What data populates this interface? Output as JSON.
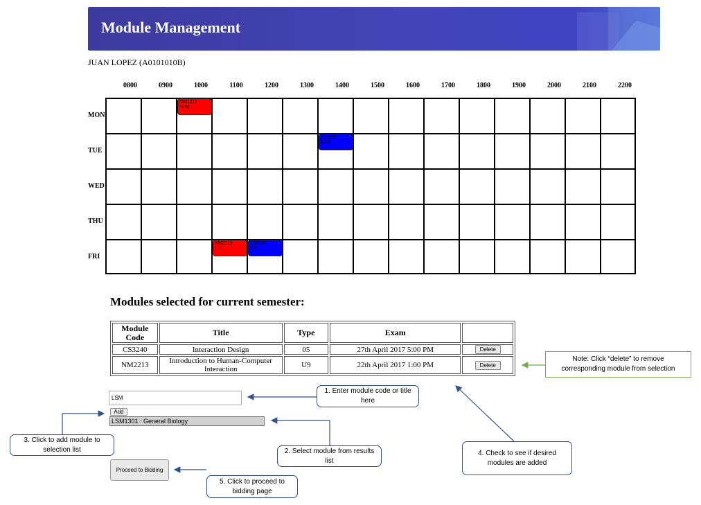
{
  "header": {
    "title": "Module Management"
  },
  "student": {
    "name": "JUAN LOPEZ (A0101010B)"
  },
  "timetable": {
    "times": [
      "0800",
      "0900",
      "1000",
      "1100",
      "1200",
      "1300",
      "1400",
      "1500",
      "1600",
      "1700",
      "1800",
      "1900",
      "2000",
      "2100",
      "2200"
    ],
    "days": [
      "MON",
      "TUE",
      "WED",
      "THU",
      "FRI"
    ],
    "slots": [
      {
        "code": "NM2213",
        "type": "SEM",
        "day": "MON",
        "start": "1000",
        "color": "red"
      },
      {
        "code": "CS3240",
        "type": "LAB",
        "day": "TUE",
        "start": "1400",
        "color": "blue"
      },
      {
        "code": "NM2213",
        "type": "LEC",
        "day": "FRI",
        "start": "1100",
        "color": "red"
      },
      {
        "code": "CS3240",
        "type": "LEC",
        "day": "FRI",
        "start": "1200",
        "color": "blue"
      }
    ]
  },
  "selected": {
    "heading": "Modules selected for current semester:",
    "columns": {
      "code": "Module Code",
      "title": "Title",
      "type": "Type",
      "exam": "Exam"
    },
    "rows": [
      {
        "code": "CS3240",
        "title": "Interaction Design",
        "type": "05",
        "exam": "27th April 2017 5:00 PM",
        "delete": "Delete"
      },
      {
        "code": "NM2213",
        "title": "Introduction to Human-Computer Interaction",
        "type": "U9",
        "exam": "22th April 2017 1:00 PM",
        "delete": "Delete"
      }
    ]
  },
  "search": {
    "value": "LSM",
    "add_label": "Add",
    "result": "LSM1301 : General Biology"
  },
  "proceed_label": "Proceed to Bidding",
  "callouts": {
    "c1": "1. Enter module code or title here",
    "c2": "2. Select module from results list",
    "c3": "3. Click to add module to selection list",
    "c4": "4. Check to see if desired modules are added",
    "c5": "5. Click to proceed to bidding page",
    "note": "Note: Click “delete” to remove corresponding module from selection"
  },
  "colors": {
    "header": "#4040b0",
    "callout_border": "#2f528f",
    "note_border": "#70ad47",
    "slot_red": "#ff0000",
    "slot_blue": "#0000ff"
  }
}
